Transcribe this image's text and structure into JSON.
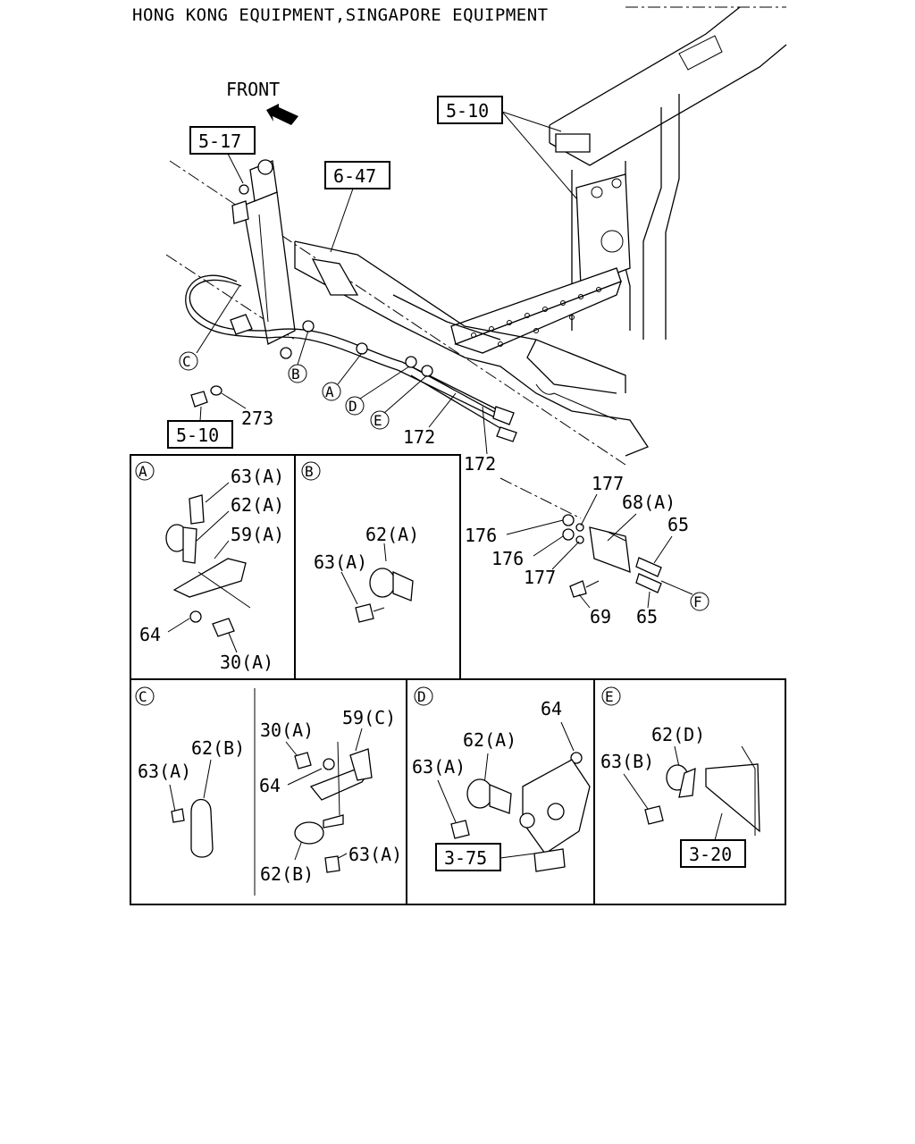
{
  "title": "HONG KONG EQUIPMENT,SINGAPORE EQUIPMENT",
  "direction": {
    "front": "FRONT"
  },
  "refs": {
    "r517": "5-17",
    "r647": "6-47",
    "r510_top": "5-10",
    "r510_bottom": "5-10",
    "r375": "3-75",
    "r320": "3-20"
  },
  "main_labels": {
    "l273": "273",
    "l172a": "172",
    "l172b": "172",
    "l177a": "177",
    "l68A": "68(A)",
    "l65a": "65",
    "l176a": "176",
    "l176b": "176",
    "l177b": "177",
    "l69": "69",
    "l65b": "65"
  },
  "circle_letters": {
    "C": "C",
    "B": "B",
    "A": "A",
    "D": "D",
    "E": "E",
    "F": "F"
  },
  "panels": {
    "A": {
      "letter": "A",
      "p63A": "63(A)",
      "p62A": "62(A)",
      "p59A": "59(A)",
      "p64": "64",
      "p30A": "30(A)"
    },
    "B": {
      "letter": "B",
      "p62A": "62(A)",
      "p63A": "63(A)"
    },
    "C": {
      "letter": "C",
      "p62B": "62(B)",
      "p63A": "63(A)",
      "p30A": "30(A)",
      "p59C": "59(C)",
      "p64": "64",
      "p62B2": "62(B)",
      "p63A2": "63(A)"
    },
    "D": {
      "letter": "D",
      "p64": "64",
      "p62A": "62(A)",
      "p63A": "63(A)"
    },
    "E": {
      "letter": "E",
      "p62D": "62(D)",
      "p63B": "63(B)"
    }
  }
}
